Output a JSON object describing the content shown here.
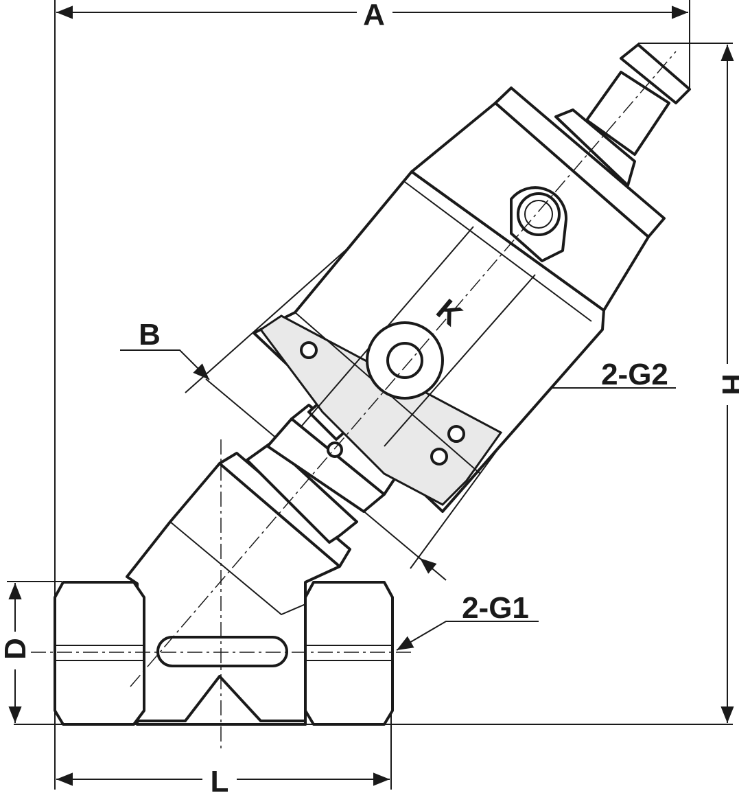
{
  "title": "Angle seat valve dimension drawing",
  "labels": {
    "A": "A",
    "B": "B",
    "K": "K",
    "G2": "2-G2",
    "H": "H",
    "G1": "2-G1",
    "D": "D",
    "L": "L"
  },
  "colors": {
    "line": "#1a1a1a",
    "background": "#ffffff"
  }
}
